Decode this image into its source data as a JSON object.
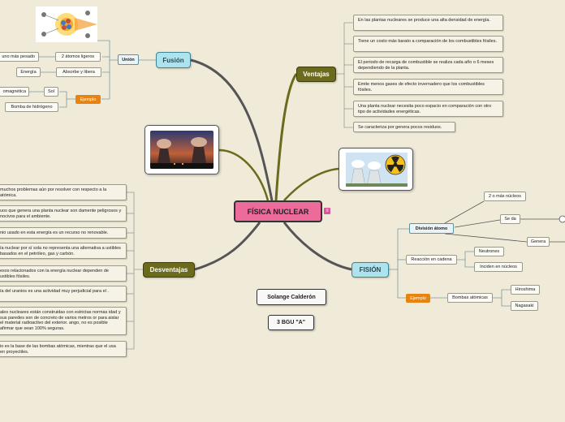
{
  "central": {
    "title": "FÍSICA NUCLEAR"
  },
  "fusion": {
    "label": "Fusión",
    "union": "Unión",
    "atomos": "2 átomos ligeros",
    "uno_pesado": "uno más pesado",
    "absorbe": "Absorbe y libera",
    "energia": "Energía",
    "ejemplo": "Ejemplo",
    "sol": "Sol",
    "electromagnetica": "omagnética",
    "bomba": "Bomba de hidrógeno"
  },
  "ventajas": {
    "label": "Ventajas",
    "items": [
      "En las plantas nucleares se produce una alta densidad de energía.",
      "Tiene un costo más barato a comparación de los combustibles fósiles.",
      "El periodo de recarga de combustible se realiza cada año o 6 meses dependiendo de la planta.",
      "Emite menos gases de efecto invernadero que los combustibles fósiles.",
      "Una planta nuclear necesita poco espacio en comparación con otro tipo de actividades energéticas.",
      "Se caracteriza por genera pocos residuos."
    ]
  },
  "desventajas": {
    "label": "Desventajas",
    "items": [
      "muchos problemas aún por resolver con respecto a la atómica.",
      "uos que genera una planta nuclear son damente peligrosos y nocivos para el ambiente.",
      "nio usado en esta energía es un recurso no renovable.",
      "ía nuclear por sí sola no representa una alternativa a ustibles basados en el petróleo, gas y carbón.",
      "esos relacionados con la energía nuclear dependen de ustibles fósiles.",
      "ía del uranios es una actividad muy perjudicial para el .",
      "ales nucleares están construidas con estrictas normas idad y sus paredes son de concreto de varios metros or para aislar el material radioactivo del exterior. ango, no es posible afirmar que sean 100% seguras.",
      "io es la base de las bombas atómicas, mientras que el usa en proyectiles."
    ]
  },
  "fision": {
    "label": "FISIÓN",
    "division": "División átomo",
    "dos_o_mas": "2 o más núcleos",
    "se_da": "Se da",
    "genera": "Genera",
    "reaccion": "Reacción en cadena",
    "neutrones": "Neutrones",
    "inciden": "Inciden en núcleos",
    "ejemplo": "Ejemplo",
    "bombas": "Bombas atómicas",
    "hiroshima": "Hiroshima",
    "nagasaki": "Nagasaki"
  },
  "author": {
    "name": "Solange Calderón",
    "course": "3 BGU \"A\""
  },
  "colors": {
    "background": "#f0ebd8",
    "central": "#ec6b9b",
    "olive": "#6b6a1d",
    "cyan": "#aee3ee",
    "orange": "#e8830f"
  }
}
